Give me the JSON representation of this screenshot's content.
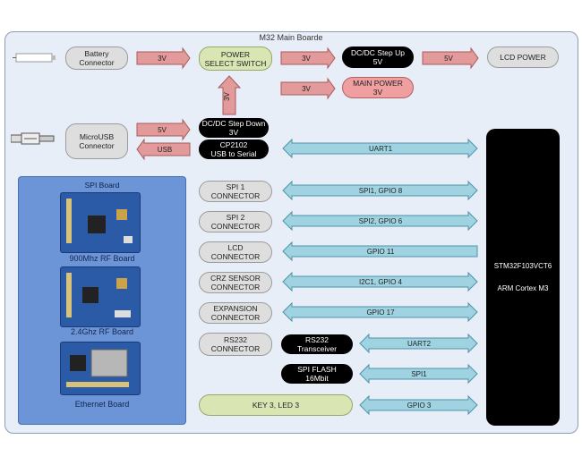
{
  "title": "M32 Main Boarde",
  "battery_connector": "Battery\nConnector",
  "microusb_connector": "MicroUSB\nConnector",
  "power_select": "POWER\nSELECT SWITCH",
  "dcdc_step_up": "DC/DC Step Up\n5V",
  "lcd_power": "LCD POWER",
  "main_power": "MAIN POWER\n3V",
  "dcdc_step_down": "DC/DC Step Down\n3V",
  "cp2102": "CP2102\nUSB to Serial",
  "mcu": {
    "name": "STM32F103VCT6",
    "core": "ARM Cortex M3"
  },
  "arrows": {
    "battery_3v": "3V",
    "select_3v": "3V",
    "vertical_3v": "3V",
    "main_3v": "3V",
    "stepup_5v": "5V",
    "usb_5v": "5V",
    "usb_back": "USB",
    "uart1": "UART1",
    "spi1": "SPI1, GPIO 8",
    "spi2": "SPI2, GPIO 6",
    "lcd": "GPIO 11",
    "crz": "I2C1, GPIO 4",
    "expansion": "GPIO 17",
    "uart2": "UART2",
    "spiflash": "SPI1",
    "key": "GPIO 3"
  },
  "connectors": {
    "spi1": "SPI 1\nCONNECTOR",
    "spi2": "SPI 2\nCONNECTOR",
    "lcd": "LCD\nCONNECTOR",
    "crz": "CRZ SENSOR\nCONNECTOR",
    "expansion": "EXPANSION\nCONNECTOR",
    "rs232": "RS232\nCONNECTOR"
  },
  "rs232_transceiver": "RS232\nTransceiver",
  "spi_flash": "SPI FLASH\n16Mbit",
  "key_led": "KEY 3, LED 3",
  "spi_board": {
    "title": "SPI Board",
    "boards": [
      "900Mhz RF Board",
      "2.4Ghz RF Board",
      "Ethernet Board"
    ]
  }
}
